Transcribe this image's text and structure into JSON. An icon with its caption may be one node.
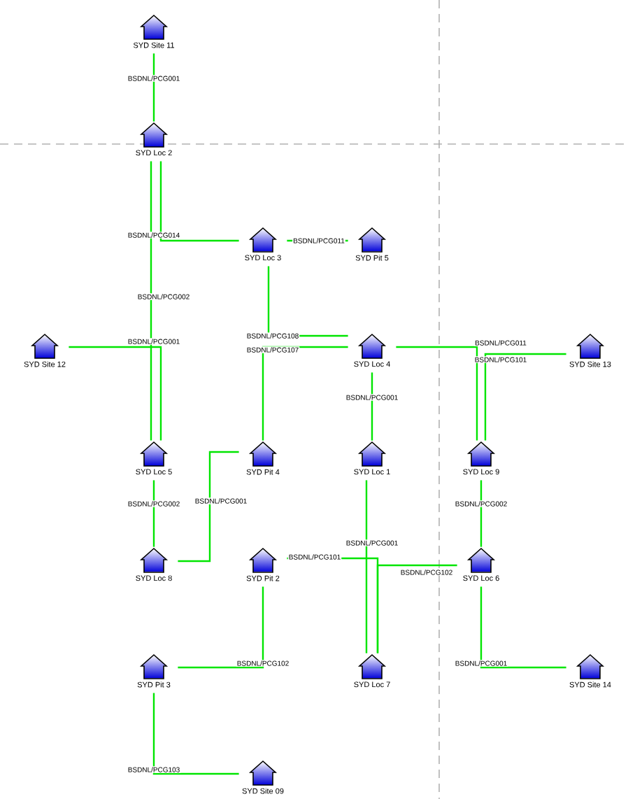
{
  "diagram": {
    "nodes": [
      {
        "text": [
          "SYD Site 11"
        ]
      },
      {
        "text": [
          "SYD Loc 2"
        ]
      },
      {
        "text": [
          "SYD Loc 3"
        ]
      },
      {
        "text": [
          "SYD Pit 5"
        ]
      },
      {
        "text": [
          "SYD Site 12"
        ]
      },
      {
        "text": [
          "SYD Loc 4"
        ]
      },
      {
        "text": [
          "SYD Site 13"
        ]
      },
      {
        "text": [
          "SYD Loc 5"
        ]
      },
      {
        "text": [
          "SYD Pit 4"
        ]
      },
      {
        "text": [
          "SYD Loc 1"
        ]
      },
      {
        "text": [
          "SYD Loc 9"
        ]
      },
      {
        "text": [
          "SYD Loc 8"
        ]
      },
      {
        "text": [
          "SYD Pit 2"
        ]
      },
      {
        "text": [
          "SYD Loc 6"
        ]
      },
      {
        "text": [
          "SYD Pit 3"
        ]
      },
      {
        "text": [
          "SYD Loc 7"
        ]
      },
      {
        "text": [
          "SYD Site 14"
        ]
      },
      {
        "text": [
          "SYD Site 09"
        ]
      }
    ],
    "edges": [
      {
        "from": 0,
        "to": 1,
        "arrow": "none",
        "label": "BSDNL/PCG001"
      },
      {
        "from": 1,
        "to": 2,
        "arrow": "none",
        "label": "BSDNL/PCG014"
      },
      {
        "from": 1,
        "to": 7,
        "arrow": "none",
        "label": "BSDNL/PCG002"
      },
      {
        "from": 2,
        "to": 3,
        "arrow": "none",
        "label": "BSDNL/PCG011"
      },
      {
        "from": 4,
        "to": 7,
        "arrow": "none",
        "label": "BSDNL/PCG001"
      },
      {
        "from": 2,
        "to": 5,
        "arrow": "none",
        "label": "BSDNL/PCG108"
      },
      {
        "from": 8,
        "to": 5,
        "arrow": "none",
        "label": "BSDNL/PCG107"
      },
      {
        "from": 5,
        "to": 10,
        "arrow": "none",
        "label": "BSDNL/PCG011"
      },
      {
        "from": 6,
        "to": 10,
        "arrow": "none",
        "label": "BSDNL/PCG101"
      },
      {
        "from": 5,
        "to": 9,
        "arrow": "none",
        "label": "BSDNL/PCG001"
      },
      {
        "from": 7,
        "to": 11,
        "arrow": "none",
        "label": "BSDNL/PCG002"
      },
      {
        "from": 11,
        "to": 8,
        "arrow": "none",
        "label": "BSDNL/PCG001"
      },
      {
        "from": 10,
        "to": 13,
        "arrow": "none",
        "label": "BSDNL/PCG002"
      },
      {
        "from": 9,
        "to": 15,
        "arrow": "none",
        "label": "BSDNL/PCG001"
      },
      {
        "from": 12,
        "to": 15,
        "arrow": "none",
        "label": "BSDNL/PCG101"
      },
      {
        "from": 13,
        "to": 15,
        "arrow": "none",
        "label": "BSDNL/PCG102"
      },
      {
        "from": 12,
        "to": 14,
        "arrow": "none",
        "label": "BSDNL/PCG102"
      },
      {
        "from": 13,
        "to": 16,
        "arrow": "none",
        "label": "BSDNL/PCG001"
      },
      {
        "from": 14,
        "to": 17,
        "arrow": "none",
        "label": "BSDNL/PCG103"
      }
    ]
  }
}
